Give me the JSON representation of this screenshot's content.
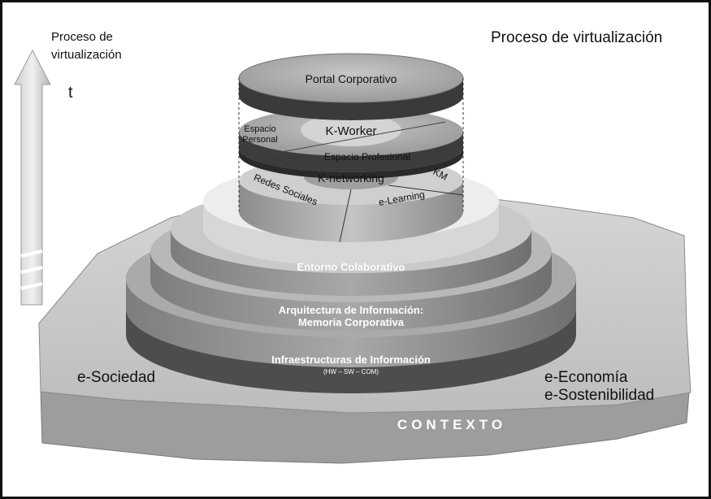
{
  "title": "Proceso de virtualización",
  "arrow": {
    "label_line1": "Proceso de",
    "label_line2": "virtualización",
    "time_symbol": "t"
  },
  "layers": {
    "contexto": "CONTEXTO",
    "society": "e-Sociedad",
    "economy_line1": "e-Economía",
    "economy_line2": "e-Sostenibilidad",
    "infrastructure": "Infraestructuras de Información",
    "infrastructure_sub": "(HW – SW – COM)",
    "architecture_line1": "Arquitectura de Información:",
    "architecture_line2": "Memoria Corporativa",
    "collaborative": "Entorno Colaborativo"
  },
  "cylinder": {
    "portal": "Portal Corporativo",
    "personal_line1": "Espacio",
    "personal_line2": "Personal",
    "kworker": "K-Worker",
    "professional": "Espacio Profesional",
    "knetworking": "K-networking",
    "km": "KM",
    "social_networks": "Redes Sociales",
    "elearning": "e-Learning"
  },
  "colors": {
    "border": "#111111",
    "dark_ring": "#4d4d4d",
    "mid_ring": "#9a9a9a",
    "light_ring": "#c8c8c8",
    "top_disc": "#a9a9a9"
  }
}
